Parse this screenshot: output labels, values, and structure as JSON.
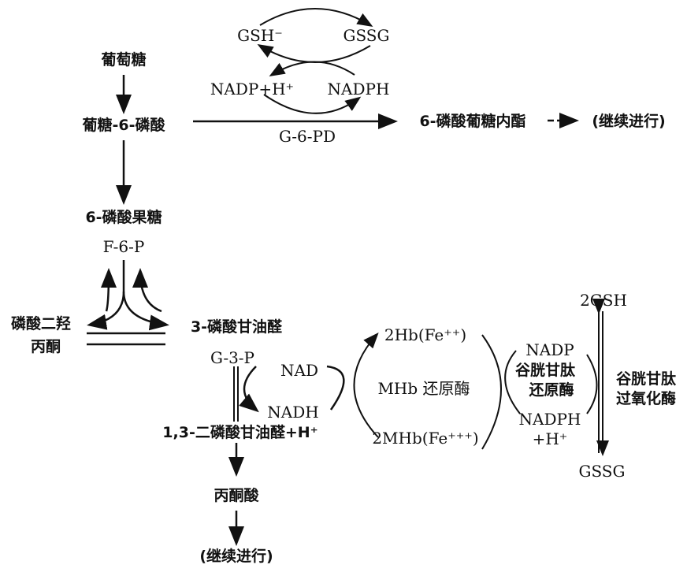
{
  "pathway": {
    "glucose": "葡萄糖",
    "g6p": "葡糖-6-磷酸",
    "f6p_cn": "6-磷酸果糖",
    "f6p": "F-6-P",
    "dhap_line1": "磷酸二羟",
    "dhap_line2": "丙酮",
    "g3p_cn": "3-磷酸甘油醛",
    "g3p": "G-3-P",
    "bpg": "1,3-二磷酸甘油醛+H⁺",
    "pyruvate": "丙酮酸",
    "continue_bottom": "(继续进行)"
  },
  "pentose": {
    "gsh": "GSH⁻",
    "gssg": "GSSG",
    "nadp_h": "NADP+H⁺",
    "nadph": "NADPH",
    "enzyme": "G-6-PD",
    "product": "6-磷酸葡糖内酯",
    "continue": "(继续进行)"
  },
  "nad_cycle": {
    "nad": "NAD",
    "nadh": "NADH"
  },
  "mhb_cycle": {
    "hb": "2Hb(Fe⁺⁺)",
    "enzyme": "MHb 还原酶",
    "mhb": "2MHb(Fe⁺⁺⁺)"
  },
  "gsh_cycle": {
    "nadp": "NADP",
    "enzyme_line1": "谷胱甘肽",
    "enzyme_line2": "还原酶",
    "nadph": "NADPH",
    "h": "+H⁺",
    "gsh2": "2GSH",
    "gssg": "GSSG",
    "peroxidase_line1": "谷胱甘肽",
    "peroxidase_line2": "过氧化酶"
  }
}
